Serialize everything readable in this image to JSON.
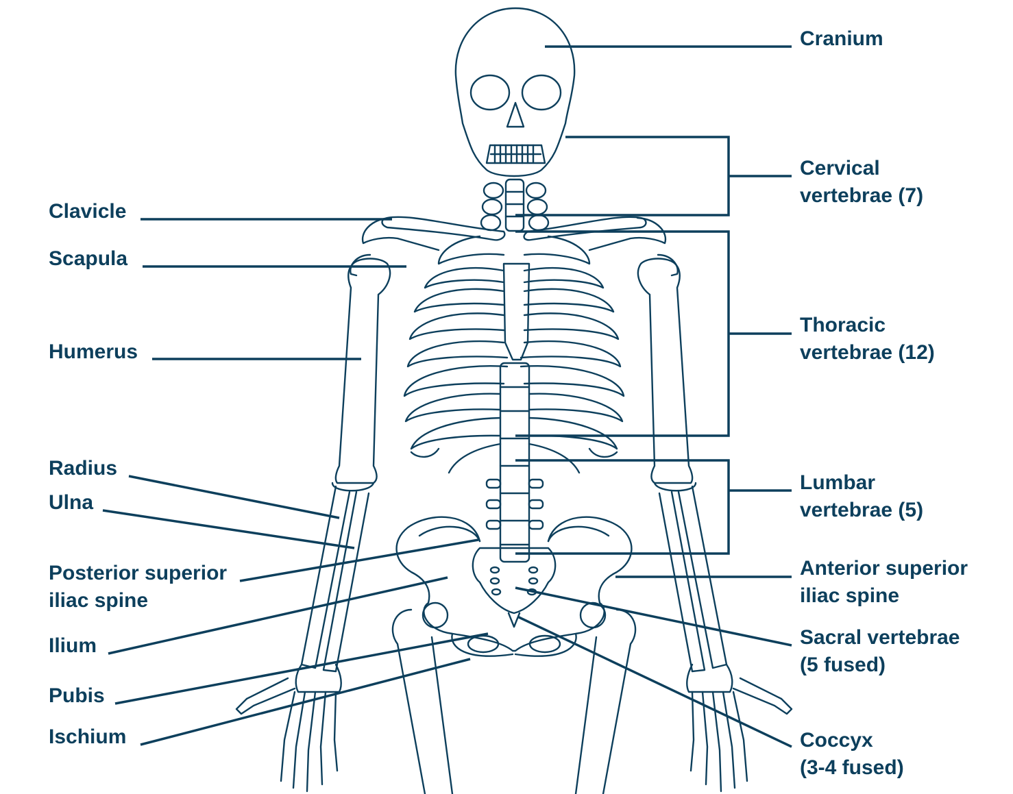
{
  "colors": {
    "ink": "#0d3f5c",
    "background": "#ffffff"
  },
  "labels": {
    "cranium": "Cranium",
    "cervical_1": "Cervical",
    "cervical_2": "vertebrae (7)",
    "thoracic_1": "Thoracic",
    "thoracic_2": "vertebrae (12)",
    "lumbar_1": "Lumbar",
    "lumbar_2": "vertebrae (5)",
    "asis_1": "Anterior superior",
    "asis_2": "iliac spine",
    "sacral_1": "Sacral vertebrae",
    "sacral_2": "(5 fused)",
    "coccyx_1": "Coccyx",
    "coccyx_2": "(3-4 fused)",
    "clavicle": "Clavicle",
    "scapula": "Scapula",
    "humerus": "Humerus",
    "radius": "Radius",
    "ulna": "Ulna",
    "psis_1": "Posterior superior",
    "psis_2": "iliac spine",
    "ilium": "Ilium",
    "pubis": "Pubis",
    "ischium": "Ischium"
  }
}
